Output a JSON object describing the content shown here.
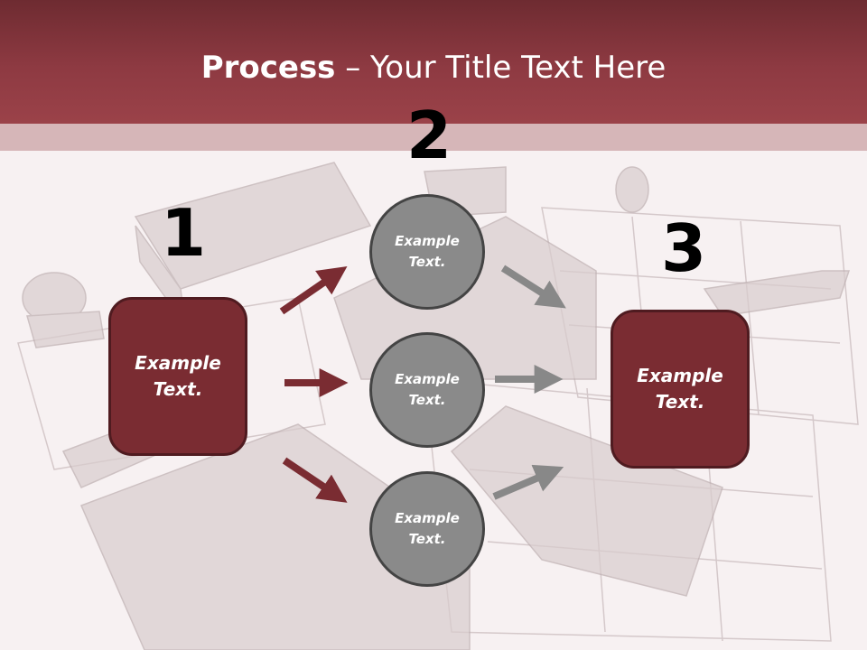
{
  "title": {
    "bold": "Process",
    "rest": " – Your Title Text Here"
  },
  "steps": [
    {
      "number": "1",
      "text": "Example\nText."
    },
    {
      "number": "2",
      "items": [
        "Example\nText.",
        "Example\nText.",
        "Example\nText."
      ]
    },
    {
      "number": "3",
      "text": "Example\nText."
    }
  ],
  "colors": {
    "header": "#8e3a42",
    "box": "#7a2c32",
    "circle": "#8a8a8a",
    "arrow_red": "#7a2c32",
    "arrow_gray": "#888888"
  }
}
